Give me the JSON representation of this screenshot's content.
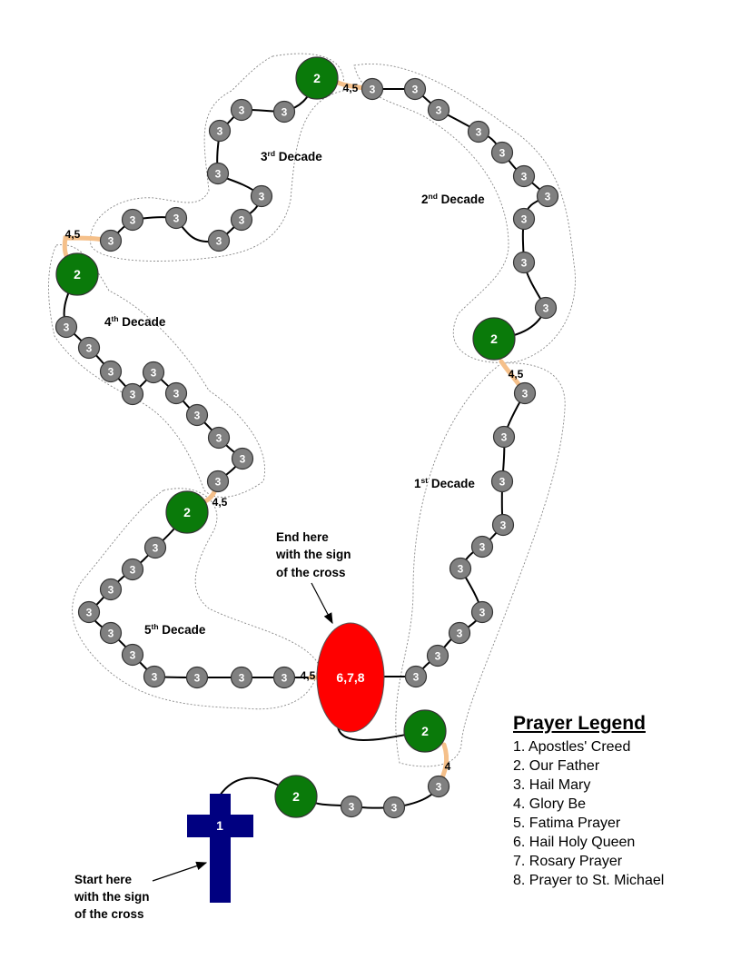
{
  "colors": {
    "hail_mary_bead": "#808080",
    "our_father_bead": "#0a7a0a",
    "center_medal": "#ff0000",
    "crucifix": "#000080",
    "glory_be_link": "#f5c08a",
    "chain": "#000000"
  },
  "beads": {
    "hail_mary": "3",
    "our_father": "2",
    "center": "6,7,8",
    "cross": "1"
  },
  "connectors": {
    "decade_end": "4,5",
    "intro_end": "4"
  },
  "decades": [
    {
      "num": "1",
      "sup": "st",
      "rest": " Decade"
    },
    {
      "num": "2",
      "sup": "nd",
      "rest": " Decade"
    },
    {
      "num": "3",
      "sup": "rd",
      "rest": " Decade"
    },
    {
      "num": "4",
      "sup": "th",
      "rest": " Decade"
    },
    {
      "num": "5",
      "sup": "th",
      "rest": " Decade"
    }
  ],
  "notes": {
    "end": [
      "End here",
      "with the sign",
      "of the cross"
    ],
    "start": [
      "Start here",
      "with the sign",
      "of the cross"
    ]
  },
  "legend": {
    "title": "Prayer Legend",
    "items": [
      "1. Apostles' Creed",
      "2. Our Father",
      "3. Hail Mary",
      "4. Glory Be",
      "5. Fatima Prayer",
      "6. Hail Holy Queen",
      "7. Rosary Prayer",
      "8. Prayer to St. Michael"
    ]
  }
}
